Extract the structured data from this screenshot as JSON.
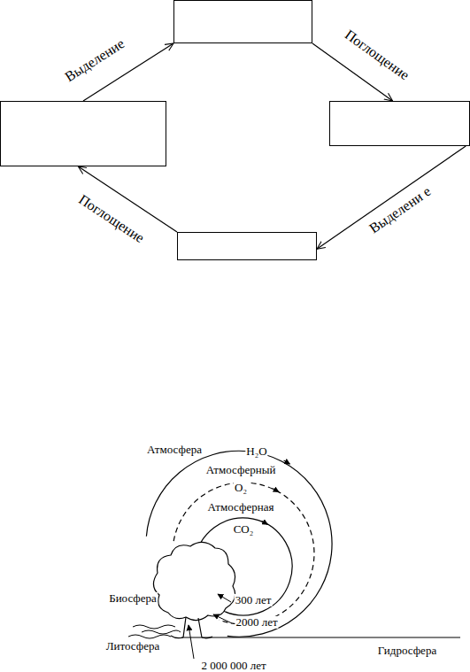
{
  "diagram": {
    "nodes": [
      {
        "text": []
      },
      {
        "text": []
      },
      {
        "text": []
      },
      {
        "text": []
      }
    ],
    "edges": [
      {
        "from": 1,
        "to": 0,
        "label": "Выделение",
        "arrow": "to"
      },
      {
        "from": 0,
        "to": 2,
        "label": "Поглощение",
        "arrow": "to"
      },
      {
        "from": 2,
        "to": 3,
        "label": "Выделени е",
        "arrow": "to"
      },
      {
        "from": 3,
        "to": 1,
        "label": "Поглощение",
        "arrow": "to"
      }
    ],
    "labels": [
      "Атмосфера",
      "H₂O",
      "Атмосферный",
      "O₂",
      "Атмосферная",
      "CO₂",
      "Биосфера",
      "300 лет",
      "2000 лет",
      "Литосфера",
      "Гидросфера",
      "2 000 000 лет"
    ]
  }
}
